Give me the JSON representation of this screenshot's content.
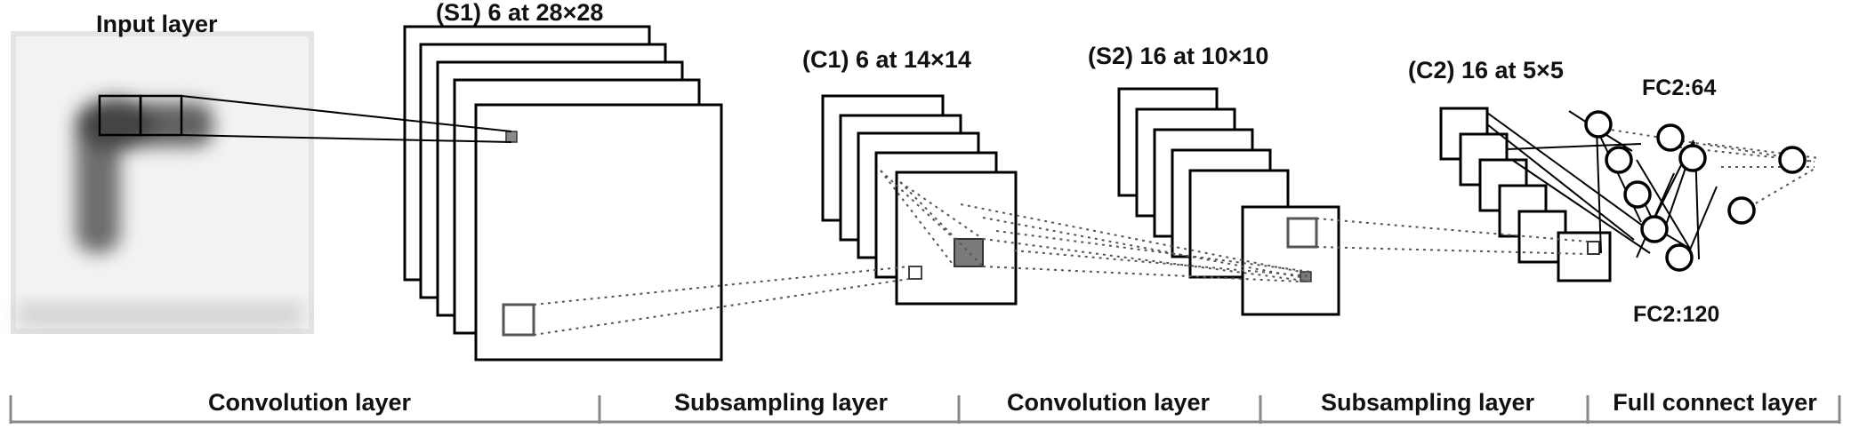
{
  "labels": {
    "input": "Input layer",
    "s1": "(S1) 6 at 28×28",
    "c1": "(C1) 6 at 14×14",
    "s2": "(S2) 16 at 10×10",
    "c2": "(C2) 16 at 5×5",
    "fc64": "FC2:64",
    "fc120": "FC2:120"
  },
  "stages": [
    "Convolution layer",
    "Subsampling layer",
    "Convolution layer",
    "Subsampling layer",
    "Full connect layer"
  ],
  "colors": {
    "stroke": "#000000",
    "fill": "#ffffff",
    "dotted": "#555555",
    "patch": "#7a7a7a",
    "axis": "#888888"
  }
}
